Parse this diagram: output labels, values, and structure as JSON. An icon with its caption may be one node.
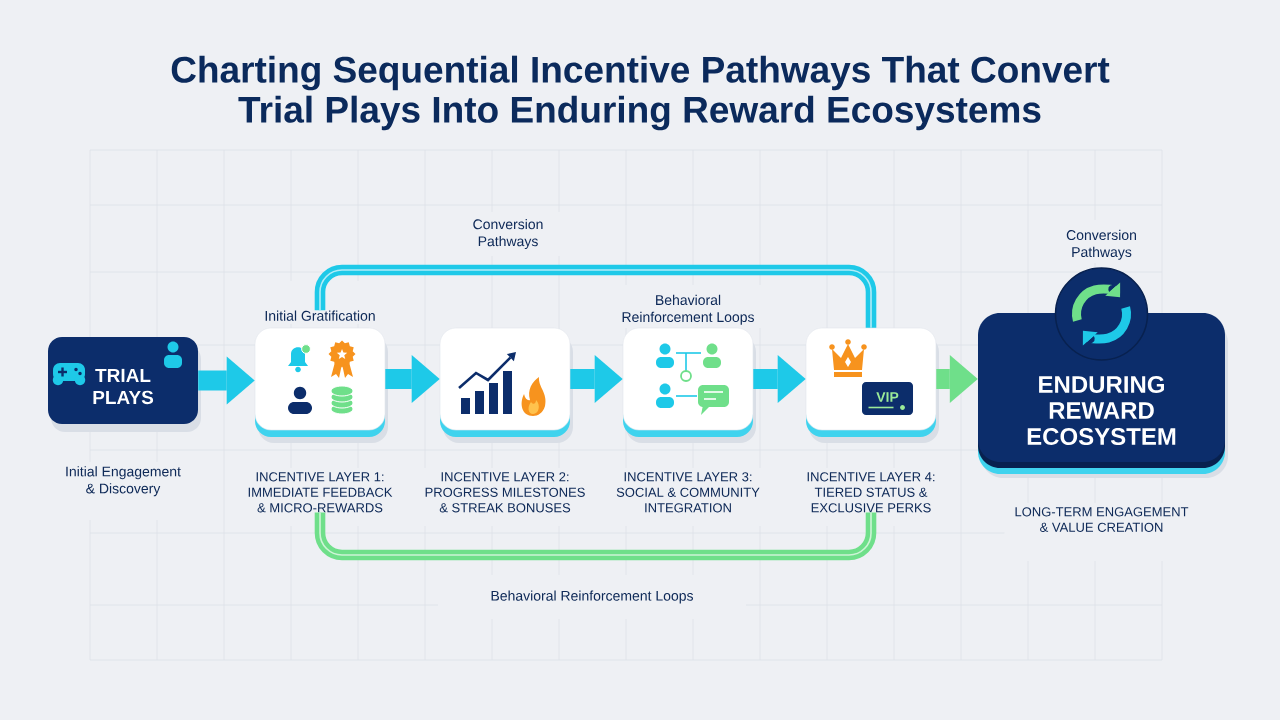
{
  "diagram": {
    "title": "Charting Sequential Incentive Pathways That Convert Trial Plays Into Enduring Reward Ecosystems",
    "nodes": [
      {
        "text": [
          "TRIAL PLAYS"
        ],
        "beside": [
          "Initial Engagement & Discovery"
        ]
      },
      {
        "text": [
          "Initial Gratification"
        ],
        "beside": [
          "INCENTIVE LAYER 1: IMMEDIATE FEEDBACK & MICRO-REWARDS"
        ]
      },
      {
        "text": [],
        "shape": "box",
        "beside": [
          "INCENTIVE LAYER 2: PROGRESS MILESTONES & STREAK BONUSES"
        ]
      },
      {
        "text": [
          "Behavioral Reinforcement Loops"
        ],
        "beside": [
          "INCENTIVE LAYER 3: SOCIAL & COMMUNITY INTEGRATION"
        ]
      },
      {
        "text": [],
        "shape": "box",
        "beside": [
          "INCENTIVE LAYER 4: TIERED STATUS & EXCLUSIVE PERKS"
        ]
      },
      {
        "text": [
          "VIP"
        ],
        "in": 4
      },
      {
        "text": [
          "Conversion Pathways",
          "ENDURING REWARD ECOSYSTEM"
        ],
        "beside": [
          "LONG-TERM ENGAGEMENT & VALUE CREATION"
        ]
      }
    ],
    "edges": [
      {
        "from": 0,
        "to": 1,
        "arrow": "to"
      },
      {
        "from": 1,
        "to": 2,
        "arrow": "to"
      },
      {
        "from": 2,
        "to": 3,
        "arrow": "to"
      },
      {
        "from": 3,
        "to": 4,
        "arrow": "to"
      },
      {
        "from": 4,
        "to": 6,
        "arrow": "to",
        "color": "#6fdf8a"
      },
      {
        "from": 1,
        "to": 4,
        "arrow": "none",
        "label": "Conversion Pathways"
      },
      {
        "from": 1,
        "to": 4,
        "arrow": "none",
        "label": "Behavioral Reinforcement Loops",
        "color": "#6fdf8a"
      }
    ]
  }
}
